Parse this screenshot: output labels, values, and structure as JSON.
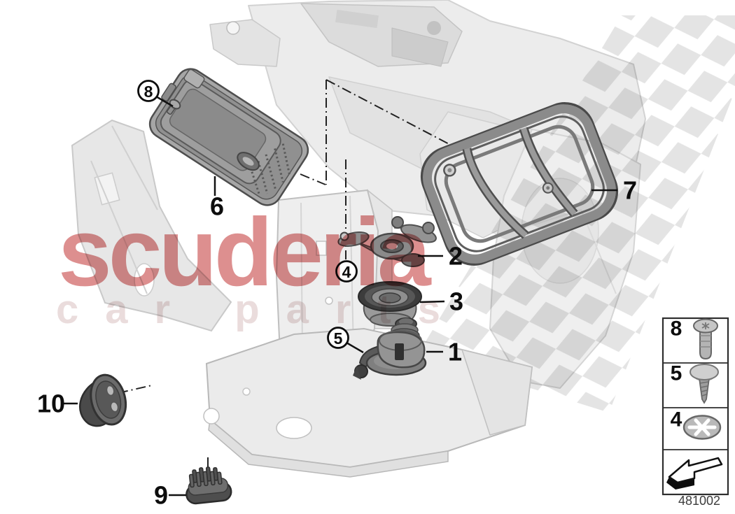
{
  "callouts": {
    "n1": "1",
    "n2": "2",
    "n3": "3",
    "n4": "4",
    "n5": "5",
    "n6": "6",
    "n7": "7",
    "n8": "8",
    "n9": "9",
    "n10": "10"
  },
  "legend": {
    "rows": [
      {
        "number": "8",
        "icon": "torx-screw-icon"
      },
      {
        "number": "5",
        "icon": "expanding-rivet-icon"
      },
      {
        "number": "4",
        "icon": "star-lock-washer-icon"
      },
      {
        "number": "",
        "icon": "direction-arrow-icon"
      }
    ]
  },
  "drawing_number": "481002",
  "watermark": {
    "line1": "scuderia",
    "line2": "car parts"
  },
  "colors": {
    "watermark_primary": "#dd8f8f",
    "watermark_secondary": "#eadcdc",
    "checker": "#e4e4e4",
    "line": "#111111",
    "background": "#ffffff"
  }
}
